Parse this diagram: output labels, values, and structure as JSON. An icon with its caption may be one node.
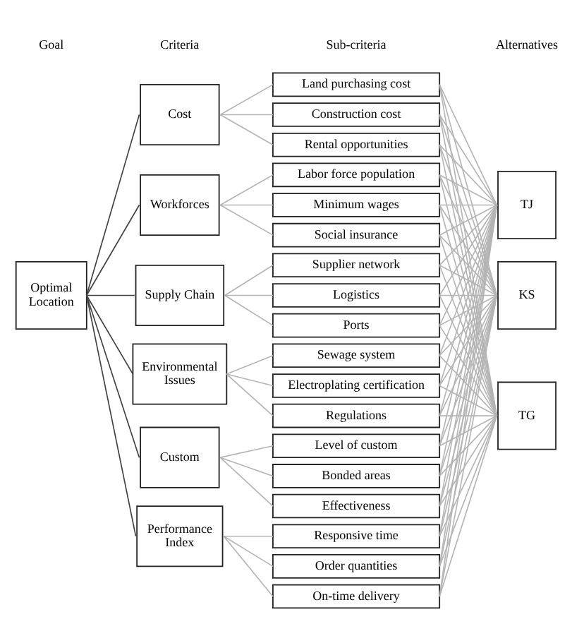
{
  "diagram": {
    "nodes": [
      {
        "text": [
          "Optimal Location"
        ]
      },
      {
        "text": [
          "Cost"
        ]
      },
      {
        "text": [
          "Workforces"
        ]
      },
      {
        "text": [
          "Supply Chain"
        ]
      },
      {
        "text": [
          "Environmental Issues"
        ]
      },
      {
        "text": [
          "Custom"
        ]
      },
      {
        "text": [
          "Performance Index"
        ]
      },
      {
        "text": [
          "Land purchasing cost"
        ]
      },
      {
        "text": [
          "Construction cost"
        ]
      },
      {
        "text": [
          "Rental opportunities"
        ]
      },
      {
        "text": [
          "Labor force population"
        ]
      },
      {
        "text": [
          "Minimum wages"
        ]
      },
      {
        "text": [
          "Social insurance"
        ]
      },
      {
        "text": [
          "Supplier network"
        ]
      },
      {
        "text": [
          "Logistics"
        ]
      },
      {
        "text": [
          "Ports"
        ]
      },
      {
        "text": [
          "Sewage system"
        ]
      },
      {
        "text": [
          "Electroplating certification"
        ]
      },
      {
        "text": [
          "Regulations"
        ]
      },
      {
        "text": [
          "Level of custom"
        ]
      },
      {
        "text": [
          "Bonded areas"
        ]
      },
      {
        "text": [
          "Effectiveness"
        ]
      },
      {
        "text": [
          "Responsive time"
        ]
      },
      {
        "text": [
          "Order quantities"
        ]
      },
      {
        "text": [
          "On-time delivery"
        ]
      },
      {
        "text": [
          "TJ"
        ]
      },
      {
        "text": [
          "KS"
        ]
      },
      {
        "text": [
          "TG"
        ]
      }
    ],
    "edges": [
      {
        "from": 0,
        "to": 1,
        "arrow": "none",
        "color": "#404040"
      },
      {
        "from": 0,
        "to": 2,
        "arrow": "none",
        "color": "#404040"
      },
      {
        "from": 0,
        "to": 3,
        "arrow": "none",
        "color": "#404040"
      },
      {
        "from": 0,
        "to": 4,
        "arrow": "none",
        "color": "#404040"
      },
      {
        "from": 0,
        "to": 5,
        "arrow": "none",
        "color": "#404040"
      },
      {
        "from": 0,
        "to": 6,
        "arrow": "none",
        "color": "#404040"
      },
      {
        "from": 1,
        "to": 7,
        "arrow": "none"
      },
      {
        "from": 1,
        "to": 8,
        "arrow": "none"
      },
      {
        "from": 1,
        "to": 9,
        "arrow": "none"
      },
      {
        "from": 2,
        "to": 10,
        "arrow": "none"
      },
      {
        "from": 2,
        "to": 11,
        "arrow": "none"
      },
      {
        "from": 2,
        "to": 12,
        "arrow": "none"
      },
      {
        "from": 3,
        "to": 13,
        "arrow": "none"
      },
      {
        "from": 3,
        "to": 14,
        "arrow": "none"
      },
      {
        "from": 3,
        "to": 15,
        "arrow": "none"
      },
      {
        "from": 4,
        "to": 16,
        "arrow": "none"
      },
      {
        "from": 4,
        "to": 17,
        "arrow": "none"
      },
      {
        "from": 4,
        "to": 18,
        "arrow": "none"
      },
      {
        "from": 5,
        "to": 19,
        "arrow": "none"
      },
      {
        "from": 5,
        "to": 20,
        "arrow": "none"
      },
      {
        "from": 5,
        "to": 21,
        "arrow": "none"
      },
      {
        "from": 6,
        "to": 22,
        "arrow": "none"
      },
      {
        "from": 6,
        "to": 23,
        "arrow": "none"
      },
      {
        "from": 6,
        "to": 24,
        "arrow": "none"
      },
      {
        "from": 7,
        "to": 25,
        "arrow": "none"
      },
      {
        "from": 7,
        "to": 26,
        "arrow": "none"
      },
      {
        "from": 7,
        "to": 27,
        "arrow": "none"
      },
      {
        "from": 8,
        "to": 25,
        "arrow": "none"
      },
      {
        "from": 8,
        "to": 26,
        "arrow": "none"
      },
      {
        "from": 8,
        "to": 27,
        "arrow": "none"
      },
      {
        "from": 9,
        "to": 25,
        "arrow": "none"
      },
      {
        "from": 9,
        "to": 26,
        "arrow": "none"
      },
      {
        "from": 9,
        "to": 27,
        "arrow": "none"
      },
      {
        "from": 10,
        "to": 25,
        "arrow": "none"
      },
      {
        "from": 10,
        "to": 26,
        "arrow": "none"
      },
      {
        "from": 10,
        "to": 27,
        "arrow": "none"
      },
      {
        "from": 11,
        "to": 25,
        "arrow": "none"
      },
      {
        "from": 11,
        "to": 26,
        "arrow": "none"
      },
      {
        "from": 11,
        "to": 27,
        "arrow": "none"
      },
      {
        "from": 12,
        "to": 25,
        "arrow": "none"
      },
      {
        "from": 12,
        "to": 26,
        "arrow": "none"
      },
      {
        "from": 12,
        "to": 27,
        "arrow": "none"
      },
      {
        "from": 13,
        "to": 25,
        "arrow": "none"
      },
      {
        "from": 13,
        "to": 26,
        "arrow": "none"
      },
      {
        "from": 13,
        "to": 27,
        "arrow": "none"
      },
      {
        "from": 14,
        "to": 25,
        "arrow": "none"
      },
      {
        "from": 14,
        "to": 26,
        "arrow": "none"
      },
      {
        "from": 14,
        "to": 27,
        "arrow": "none"
      },
      {
        "from": 15,
        "to": 25,
        "arrow": "none"
      },
      {
        "from": 15,
        "to": 26,
        "arrow": "none"
      },
      {
        "from": 15,
        "to": 27,
        "arrow": "none"
      },
      {
        "from": 16,
        "to": 25,
        "arrow": "none"
      },
      {
        "from": 16,
        "to": 26,
        "arrow": "none"
      },
      {
        "from": 16,
        "to": 27,
        "arrow": "none"
      },
      {
        "from": 17,
        "to": 25,
        "arrow": "none"
      },
      {
        "from": 17,
        "to": 26,
        "arrow": "none"
      },
      {
        "from": 17,
        "to": 27,
        "arrow": "none"
      },
      {
        "from": 18,
        "to": 25,
        "arrow": "none"
      },
      {
        "from": 18,
        "to": 26,
        "arrow": "none"
      },
      {
        "from": 18,
        "to": 27,
        "arrow": "none"
      },
      {
        "from": 19,
        "to": 25,
        "arrow": "none"
      },
      {
        "from": 19,
        "to": 26,
        "arrow": "none"
      },
      {
        "from": 19,
        "to": 27,
        "arrow": "none"
      },
      {
        "from": 20,
        "to": 25,
        "arrow": "none"
      },
      {
        "from": 20,
        "to": 26,
        "arrow": "none"
      },
      {
        "from": 20,
        "to": 27,
        "arrow": "none"
      },
      {
        "from": 21,
        "to": 25,
        "arrow": "none"
      },
      {
        "from": 21,
        "to": 26,
        "arrow": "none"
      },
      {
        "from": 21,
        "to": 27,
        "arrow": "none"
      },
      {
        "from": 22,
        "to": 25,
        "arrow": "none"
      },
      {
        "from": 22,
        "to": 26,
        "arrow": "none"
      },
      {
        "from": 22,
        "to": 27,
        "arrow": "none"
      },
      {
        "from": 23,
        "to": 25,
        "arrow": "none"
      },
      {
        "from": 23,
        "to": 26,
        "arrow": "none"
      },
      {
        "from": 23,
        "to": 27,
        "arrow": "none"
      },
      {
        "from": 24,
        "to": 25,
        "arrow": "none"
      },
      {
        "from": 24,
        "to": 26,
        "arrow": "none"
      },
      {
        "from": 24,
        "to": 27,
        "arrow": "none"
      }
    ],
    "labels": [
      "Goal",
      "Criteria",
      "Sub-criteria",
      "Alternatives"
    ]
  }
}
